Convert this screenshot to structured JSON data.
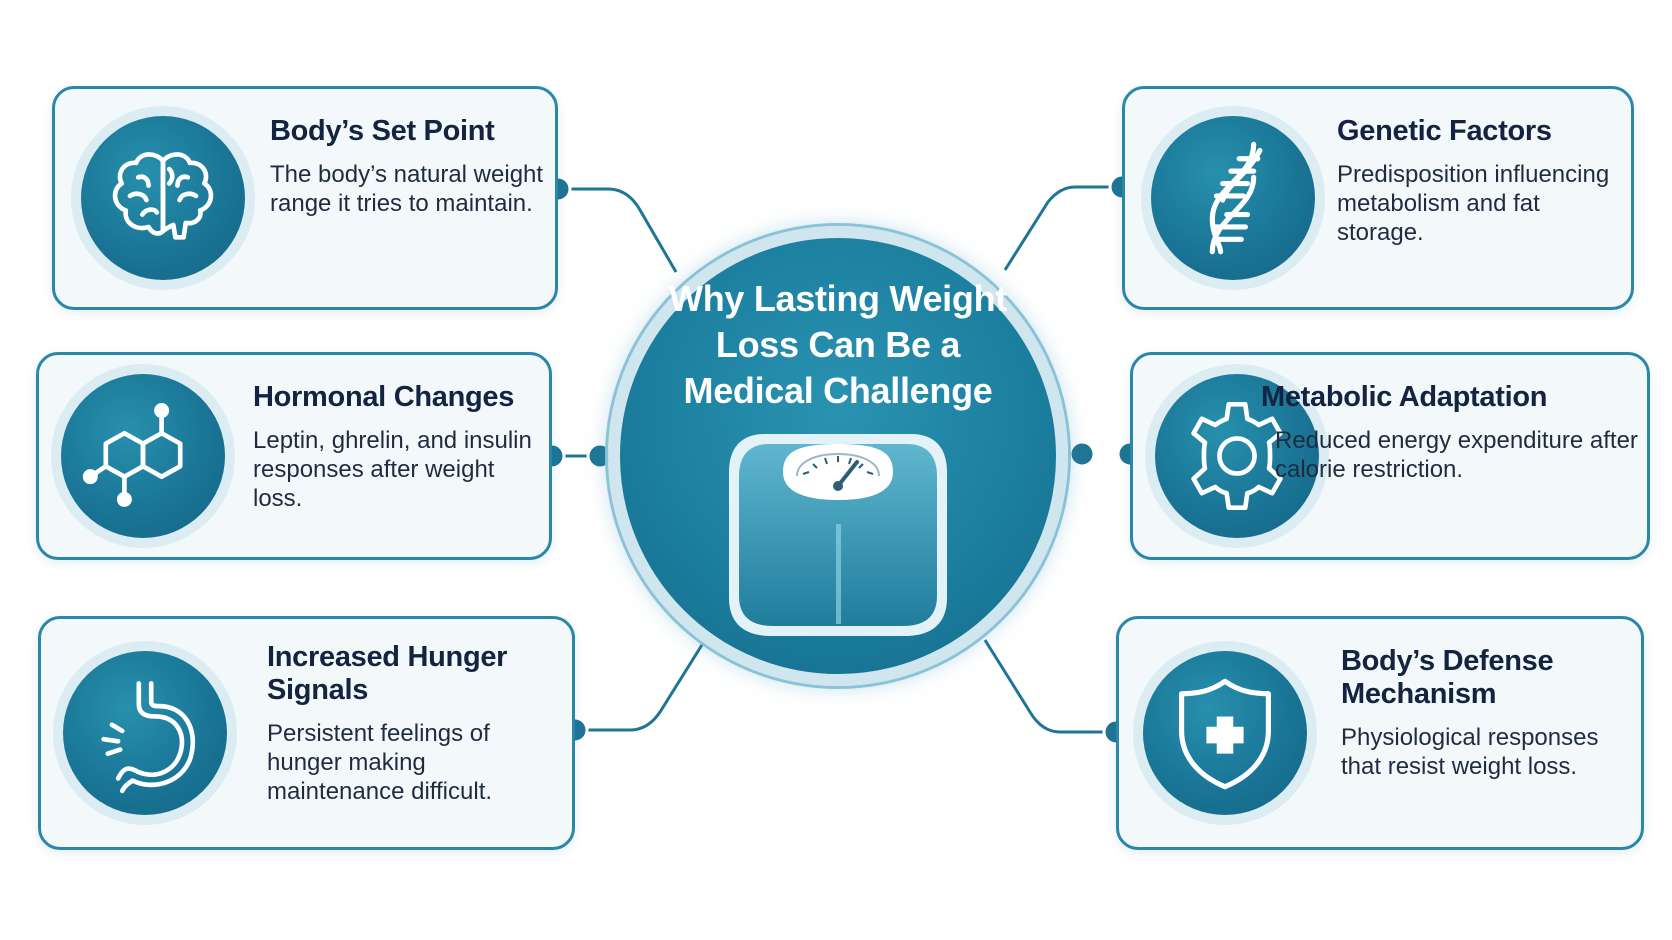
{
  "center": {
    "title": "Why Lasting Weight Loss Can Be a Medical Challenge",
    "icon": "bathroom-scale-icon"
  },
  "factors": [
    {
      "title": "Body’s Set Point",
      "description": "The body’s natural weight range it tries to maintain.",
      "icon": "brain-icon"
    },
    {
      "title": "Hormonal Changes",
      "description": "Leptin, ghrelin, and insulin responses after weight loss.",
      "icon": "molecule-icon"
    },
    {
      "title": "Increased Hunger Signals",
      "description": "Persistent feelings of hunger making maintenance difficult.",
      "icon": "stomach-icon"
    },
    {
      "title": "Genetic Factors",
      "description": "Predisposition influencing metabolism and fat storage.",
      "icon": "dna-icon"
    },
    {
      "title": "Metabolic Adaptation",
      "description": "Reduced energy expenditure after calorie restriction.",
      "icon": "gear-icon"
    },
    {
      "title": "Body’s Defense Mechanism",
      "description": "Physiological responses that resist weight loss.",
      "icon": "shield-cross-icon"
    }
  ],
  "colors": {
    "accent": "#1c7fa0",
    "card_border": "#2a87a8",
    "card_background": "#f3f8fb",
    "heading_text": "#14233f"
  }
}
